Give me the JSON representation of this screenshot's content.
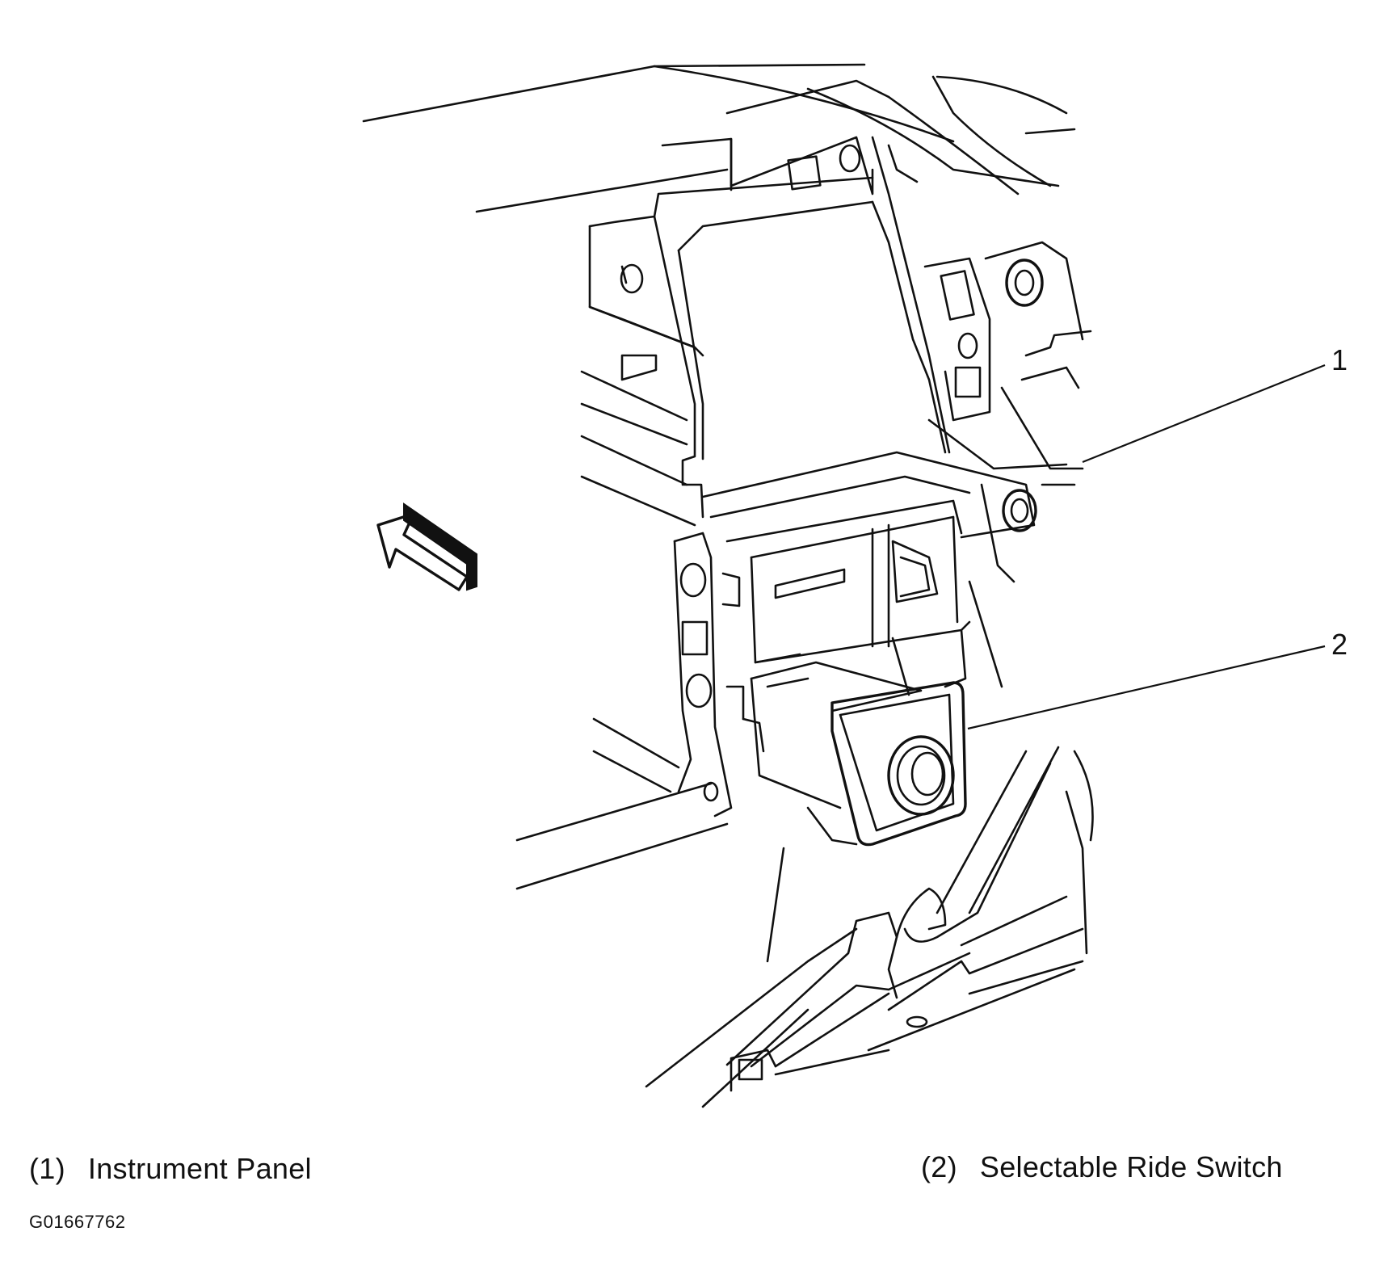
{
  "callouts": [
    {
      "id": "1",
      "label": "1",
      "legend_number": "(1)",
      "legend_text": "Instrument Panel"
    },
    {
      "id": "2",
      "label": "2",
      "legend_number": "(2)",
      "legend_text": "Selectable Ride Switch"
    }
  ],
  "figure_id": "G01667762",
  "icons": [
    "direction-arrow-icon"
  ],
  "colors": {
    "ink": "#111111",
    "paper": "#ffffff"
  }
}
